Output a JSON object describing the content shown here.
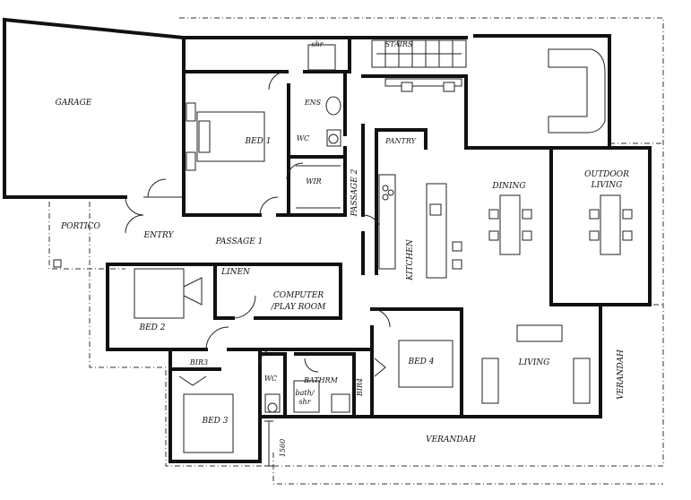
{
  "rooms": {
    "garage": "GARAGE",
    "portico": "PORTICO",
    "entry": "ENTRY",
    "passage1": "PASSAGE 1",
    "passage2": "PASSAGE 2",
    "bed1": "BED 1",
    "ens": "ENS",
    "shr_top": "shr",
    "wc_top": "WC",
    "wir": "WIR",
    "stairs": "STAIRS",
    "pantry": "PANTRY",
    "kitchen": "KITCHEN",
    "dining": "DINING",
    "outdoor_living_1": "OUTDOOR",
    "outdoor_living_2": "LIVING",
    "linen": "LINEN",
    "computer_1": "COMPUTER",
    "computer_2": "/PLAY ROOM",
    "bed2": "BED 2",
    "bir3": "BIR3",
    "bed3": "BED 3",
    "wc_bottom": "WC",
    "bathrm": "BATHRM",
    "bath_shr_1": "bath/",
    "bath_shr_2": "shr",
    "bir4": "BIR4",
    "bed4": "BED 4",
    "living": "LIVING",
    "verandah_bottom": "VERANDAH",
    "verandah_right": "VERANDAH",
    "dimension": "1560"
  }
}
